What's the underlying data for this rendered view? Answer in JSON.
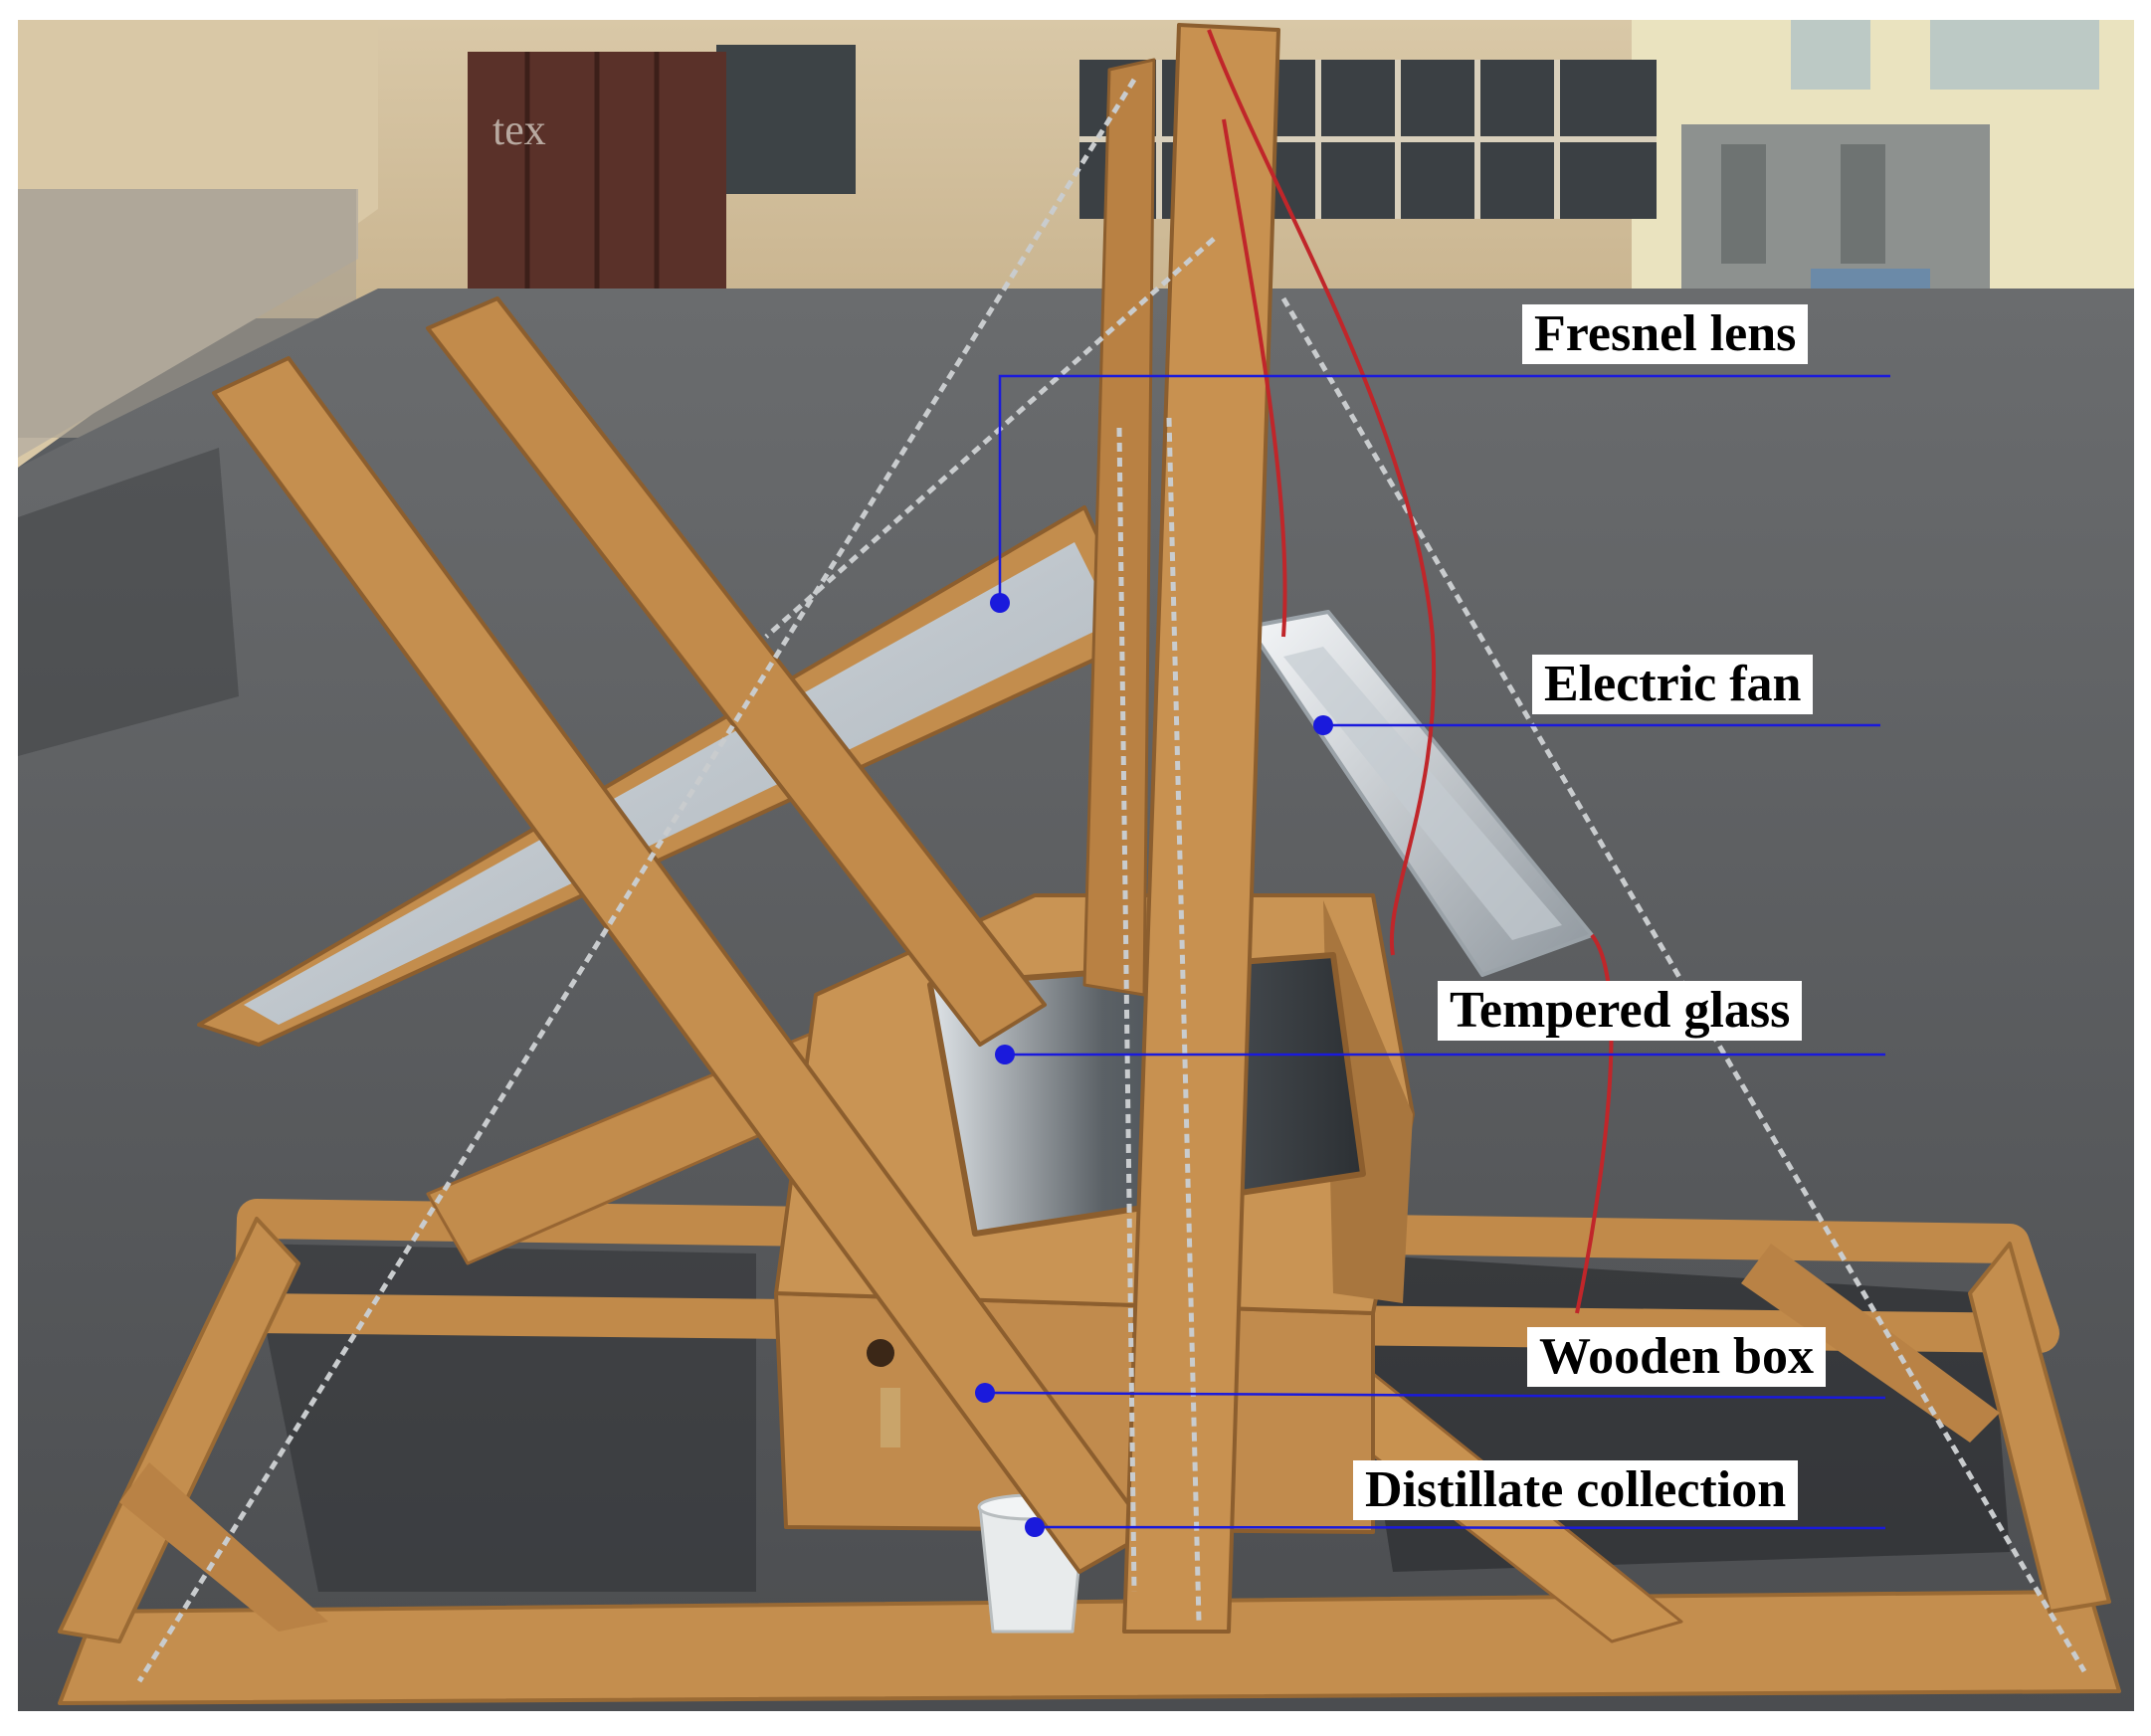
{
  "labels": {
    "fresnel_lens": "Fresnel lens",
    "electric_fan": "Electric fan",
    "tempered_glass": "Tempered glass",
    "wooden_box": "Wooden box",
    "distillate_collection": "Distillate collection"
  },
  "container_marking": "tex",
  "colors": {
    "leader_line": "#1a1adc",
    "label_background": "#ffffff",
    "label_text": "#000000",
    "wood": "#c8914f",
    "asphalt": "#56595c"
  }
}
